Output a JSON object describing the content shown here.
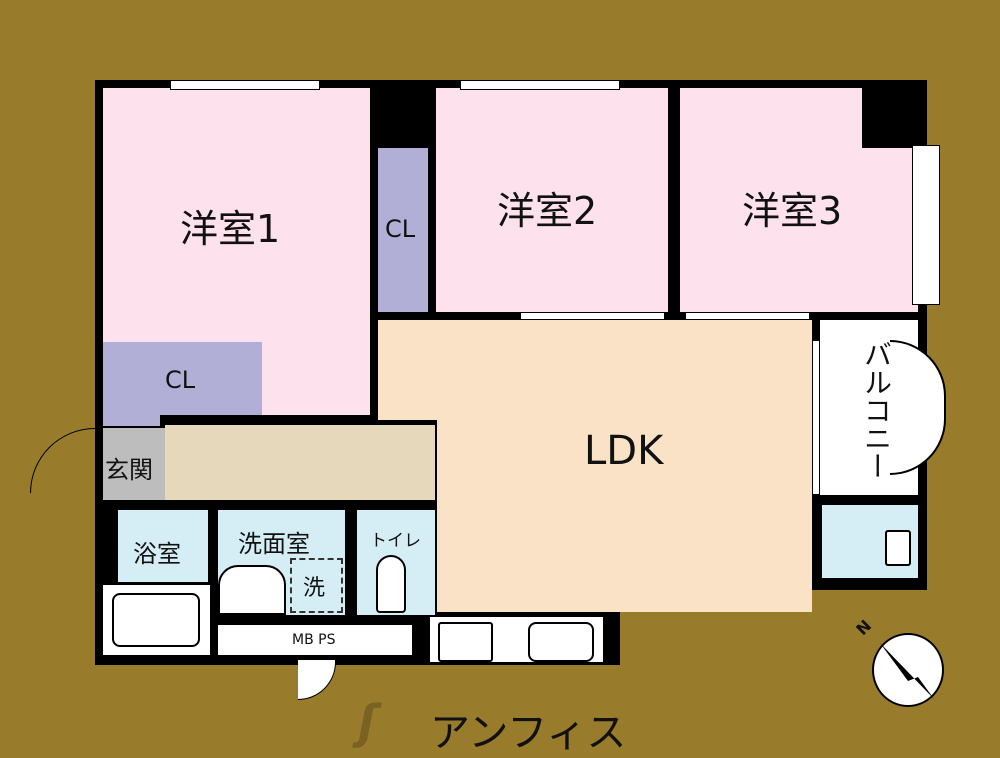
{
  "rooms": {
    "western1": "洋室1",
    "western2": "洋室2",
    "western3": "洋室3",
    "closet1": "CL",
    "closet2": "CL",
    "ldk": "LDK",
    "balcony": "バルコニー",
    "entrance": "玄関",
    "bath": "浴室",
    "washroom": "洗面室",
    "washer": "洗",
    "toilet": "トイレ",
    "mbps": "MB PS"
  },
  "compass": {
    "label": "N"
  },
  "logo": {
    "text": "アンフィス"
  },
  "colors": {
    "background": "#987c2c",
    "bedroom": "#fde1ec",
    "closet": "#b1afd6",
    "ldk": "#fae2c6",
    "wet": "#d5eef6"
  }
}
